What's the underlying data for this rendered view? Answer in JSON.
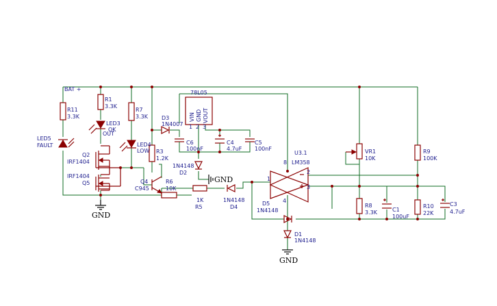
{
  "labels": {
    "bat": "BAT +",
    "r11": "R11",
    "r11v": "3.3K",
    "led5": "LED5",
    "led5d": "FAULT",
    "r1": "R1",
    "r1v": "3.3K",
    "led3": "LED3",
    "led3a": "OK",
    "led3b": "OUT",
    "r7": "R7",
    "r7v": "3.3K",
    "led4": "LED4",
    "led4d": "LOW",
    "q2": "Q2",
    "q2t": "IRF1404",
    "q5t": "IRF1404",
    "q5": "Q5",
    "q4": "Q4",
    "q4t": "C945",
    "r3": "R3",
    "r3v": "1.2K",
    "r6": "R6",
    "r6v": "10K",
    "d3": "D3",
    "d3t": "1N4007",
    "reg": "78L05",
    "vin": "VIN",
    "gndp": "GND",
    "vout": "VOUT",
    "p1": "1",
    "p2": "2",
    "p3": "3",
    "c6": "C6",
    "c6v": "100nF",
    "c4": "C4",
    "c4v": "4.7uF",
    "c5": "C5",
    "c5v": "100nF",
    "d2t": "1N4148",
    "d2": "D2",
    "gnd_mid": "GND",
    "r5v": "1K",
    "r5": "R5",
    "d4t": "1N4148",
    "d4": "D4",
    "u3": "U3.1",
    "u3t": "LM358",
    "pin8": "8",
    "pin1": "1",
    "pin2": "2",
    "pin3": "3",
    "pin4": "4",
    "vr1": "VR1",
    "vr1v": "10K",
    "r9": "R9",
    "r9v": "100K",
    "d5": "D5",
    "d5t": "1N4148",
    "r8": "R8",
    "r8v": "3.3K",
    "c1": "C1",
    "c1v": "100uF",
    "r10": "R10",
    "r10v": "22K",
    "c3": "C3",
    "c3v": "4.7uF",
    "d1": "D1",
    "d1t": "1N4148",
    "gnd_left": "GND",
    "gnd_bottom": "GND"
  },
  "colors": {
    "wire": "#0d6b20",
    "component": "#8b0000",
    "label": "#1a1a8c"
  }
}
